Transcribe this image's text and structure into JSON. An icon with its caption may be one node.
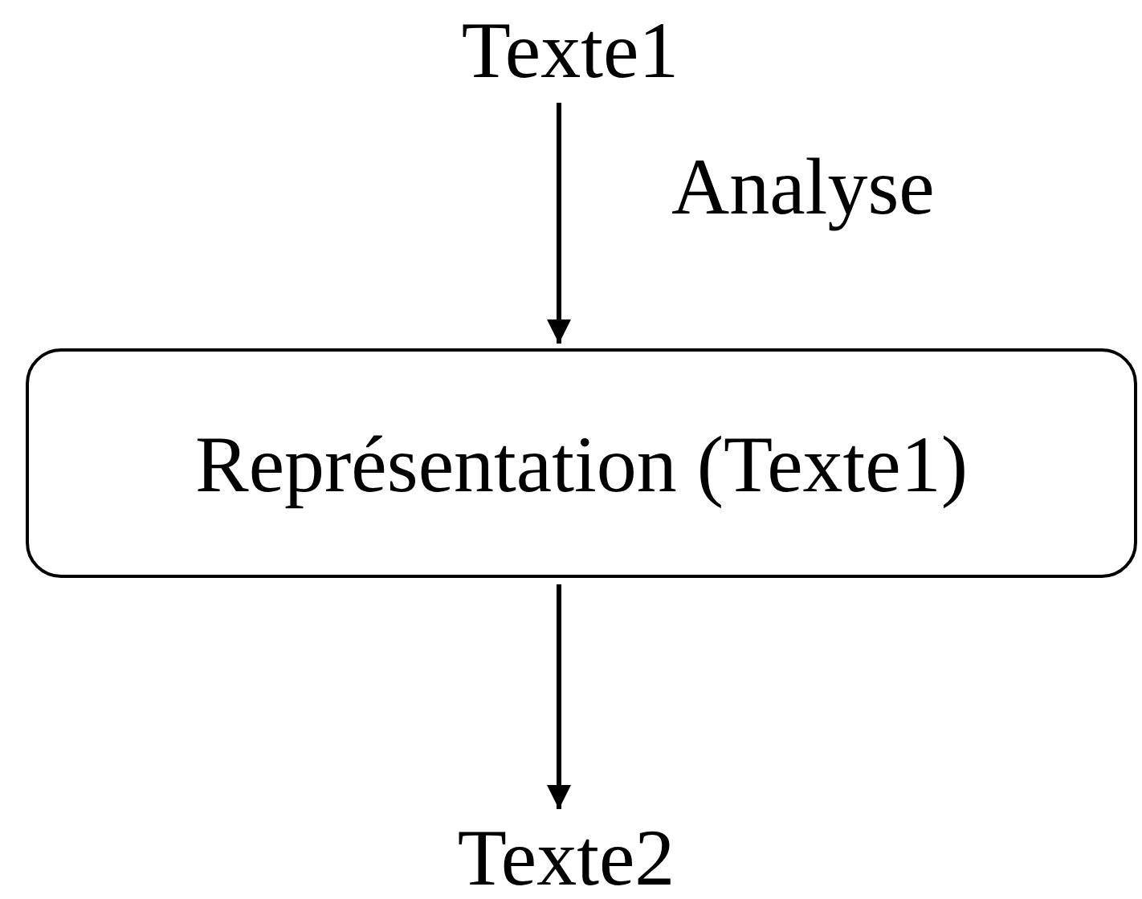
{
  "diagram": {
    "nodes": [
      {
        "text": [
          "Texte1"
        ]
      },
      {
        "text": [
          "Représentation (Texte1)"
        ]
      },
      {
        "text": [
          "Texte2"
        ]
      }
    ],
    "edges": [
      {
        "from": 0,
        "to": 1,
        "arrow": "to",
        "label": "Analyse"
      },
      {
        "from": 1,
        "to": 2,
        "arrow": "to"
      }
    ]
  }
}
